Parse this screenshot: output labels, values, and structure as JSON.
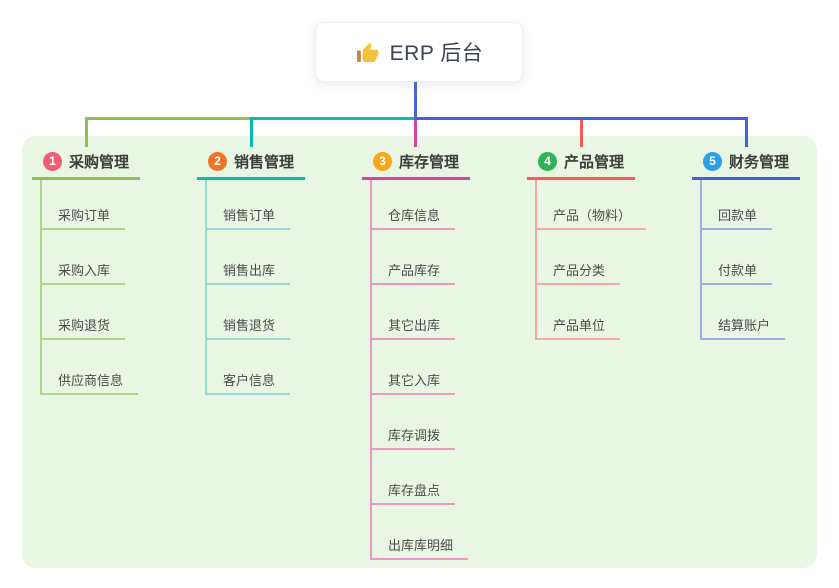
{
  "root": {
    "title": "ERP 后台",
    "icon": "thumbs-up"
  },
  "colors": {
    "canvas_bg": "#ffffff",
    "panel_bg": "#e8f6e3",
    "root_card_bg": "#ffffff",
    "root_text": "#3b4254",
    "title_text": "#3c3c3c",
    "child_text": "#4c4c4c",
    "root_line": "#4a66d6",
    "thumb_hand": "#f3c23a",
    "thumb_cuff": "#c7853a"
  },
  "branches": [
    {
      "number": "1",
      "title": "采购管理",
      "badge_color": "#f25e74",
      "line_color": "#8bc053",
      "light_color": "#aed687",
      "children": [
        "采购订单",
        "采购入库",
        "采购退货",
        "供应商信息"
      ]
    },
    {
      "number": "2",
      "title": "销售管理",
      "badge_color": "#f0752a",
      "line_color": "#0cb9b1",
      "light_color": "#93dbd5",
      "children": [
        "销售订单",
        "销售出库",
        "销售退货",
        "客户信息"
      ]
    },
    {
      "number": "3",
      "title": "库存管理",
      "badge_color": "#f9a61a",
      "line_color": "#d6459b",
      "light_color": "#ef97c3",
      "children": [
        "仓库信息",
        "产品库存",
        "其它出库",
        "其它入库",
        "库存调拨",
        "库存盘点",
        "出库库明细"
      ]
    },
    {
      "number": "4",
      "title": "产品管理",
      "badge_color": "#2cb457",
      "line_color": "#fa5a52",
      "light_color": "#f9a8a3",
      "children": [
        "产品（物料）",
        "产品分类",
        "产品单位"
      ]
    },
    {
      "number": "5",
      "title": "财务管理",
      "badge_color": "#2d9fe8",
      "line_color": "#4164d4",
      "light_color": "#9dafe6",
      "children": [
        "回款单",
        "付款单",
        "结算账户"
      ]
    }
  ]
}
